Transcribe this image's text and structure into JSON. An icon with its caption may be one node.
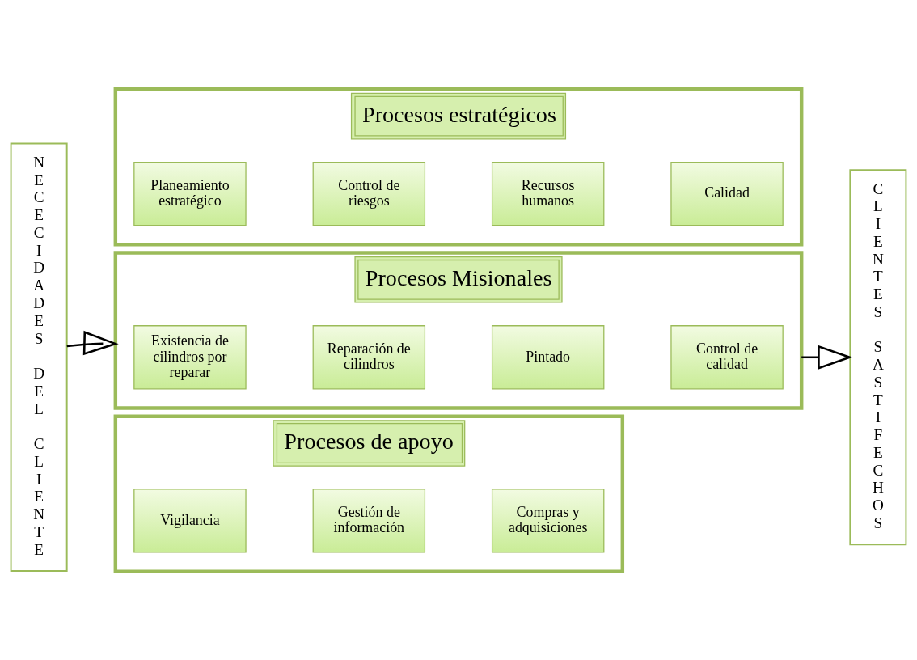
{
  "diagram": {
    "nodes": [
      {
        "text": [
          "NECECIDADES DEL CLIENTE"
        ]
      },
      {
        "text": [
          "Procesos estratégicos"
        ]
      },
      {
        "text": [
          "Planeamiento estratégico"
        ],
        "in": 1
      },
      {
        "text": [
          "Control de riesgos"
        ],
        "in": 1
      },
      {
        "text": [
          "Recursos humanos"
        ],
        "in": 1
      },
      {
        "text": [
          "Calidad"
        ],
        "in": 1
      },
      {
        "text": [
          "Procesos Misionales"
        ]
      },
      {
        "text": [
          "Existencia de cilindros por reparar"
        ],
        "in": 6
      },
      {
        "text": [
          "Reparación de cilindros"
        ],
        "in": 6
      },
      {
        "text": [
          "Pintado"
        ],
        "in": 6
      },
      {
        "text": [
          "Control de calidad"
        ],
        "in": 6
      },
      {
        "text": [
          "Procesos de apoyo"
        ]
      },
      {
        "text": [
          "Vigilancia"
        ],
        "in": 11
      },
      {
        "text": [
          "Gestión de información"
        ],
        "in": 11
      },
      {
        "text": [
          "Compras y adquisiciones"
        ],
        "in": 11
      },
      {
        "text": [
          "CLIENTES SASTIFECHOS"
        ]
      }
    ],
    "edges": [
      {
        "from": 0,
        "to": 6,
        "arrow": "to"
      },
      {
        "from": 6,
        "to": 15,
        "arrow": "to"
      }
    ]
  }
}
